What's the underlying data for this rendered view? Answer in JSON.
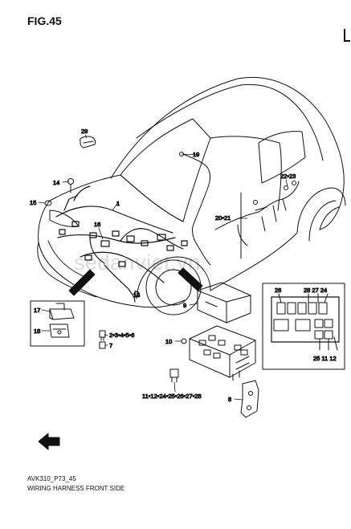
{
  "figure": {
    "title": "FIG.45",
    "code": "AVK310_P73_45",
    "caption": "WIRING HARNESS FRONT SIDE",
    "watermark": "sedanviet.vn",
    "fwd_label": "FWD"
  },
  "callouts": {
    "c1": "1",
    "c29": "29",
    "c19": "19",
    "c14": "14",
    "c15": "15",
    "c16": "16",
    "c22_23": "22•23",
    "c20_21": "20•21",
    "c13": "13",
    "c9": "9",
    "c17": "17",
    "c18": "18",
    "c2_6": "2•3•4•5•6",
    "c7": "7",
    "c10": "10",
    "c8": "8",
    "c11_28": "11•12•24•25•26•27•28"
  },
  "relay_box_inset": {
    "c26": "26",
    "c28_27_24": "28 27 24",
    "c25_11_12": "25 11 12"
  }
}
